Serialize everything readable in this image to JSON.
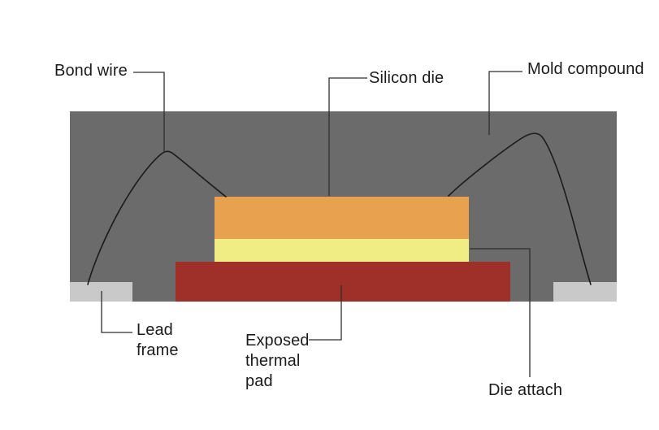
{
  "labels": {
    "bond_wire": "Bond wire",
    "silicon_die": "Silicon die",
    "mold_compound": "Mold compound",
    "lead_frame_lines": [
      "Lead",
      "frame"
    ],
    "exposed_thermal_pad_lines": [
      "Exposed",
      "thermal",
      "pad"
    ],
    "die_attach": "Die attach"
  },
  "colors": {
    "background": "#ffffff",
    "mold_compound": "#6b6b6b",
    "lead_frame": "#c9c9c9",
    "silicon_die": "#e8a14f",
    "die_attach": "#f0ed85",
    "thermal_pad": "#9e2f29",
    "bond_wire": "#1a1a1a",
    "leader_line": "#2e2e2e",
    "label_text": "#1c1c1c"
  }
}
